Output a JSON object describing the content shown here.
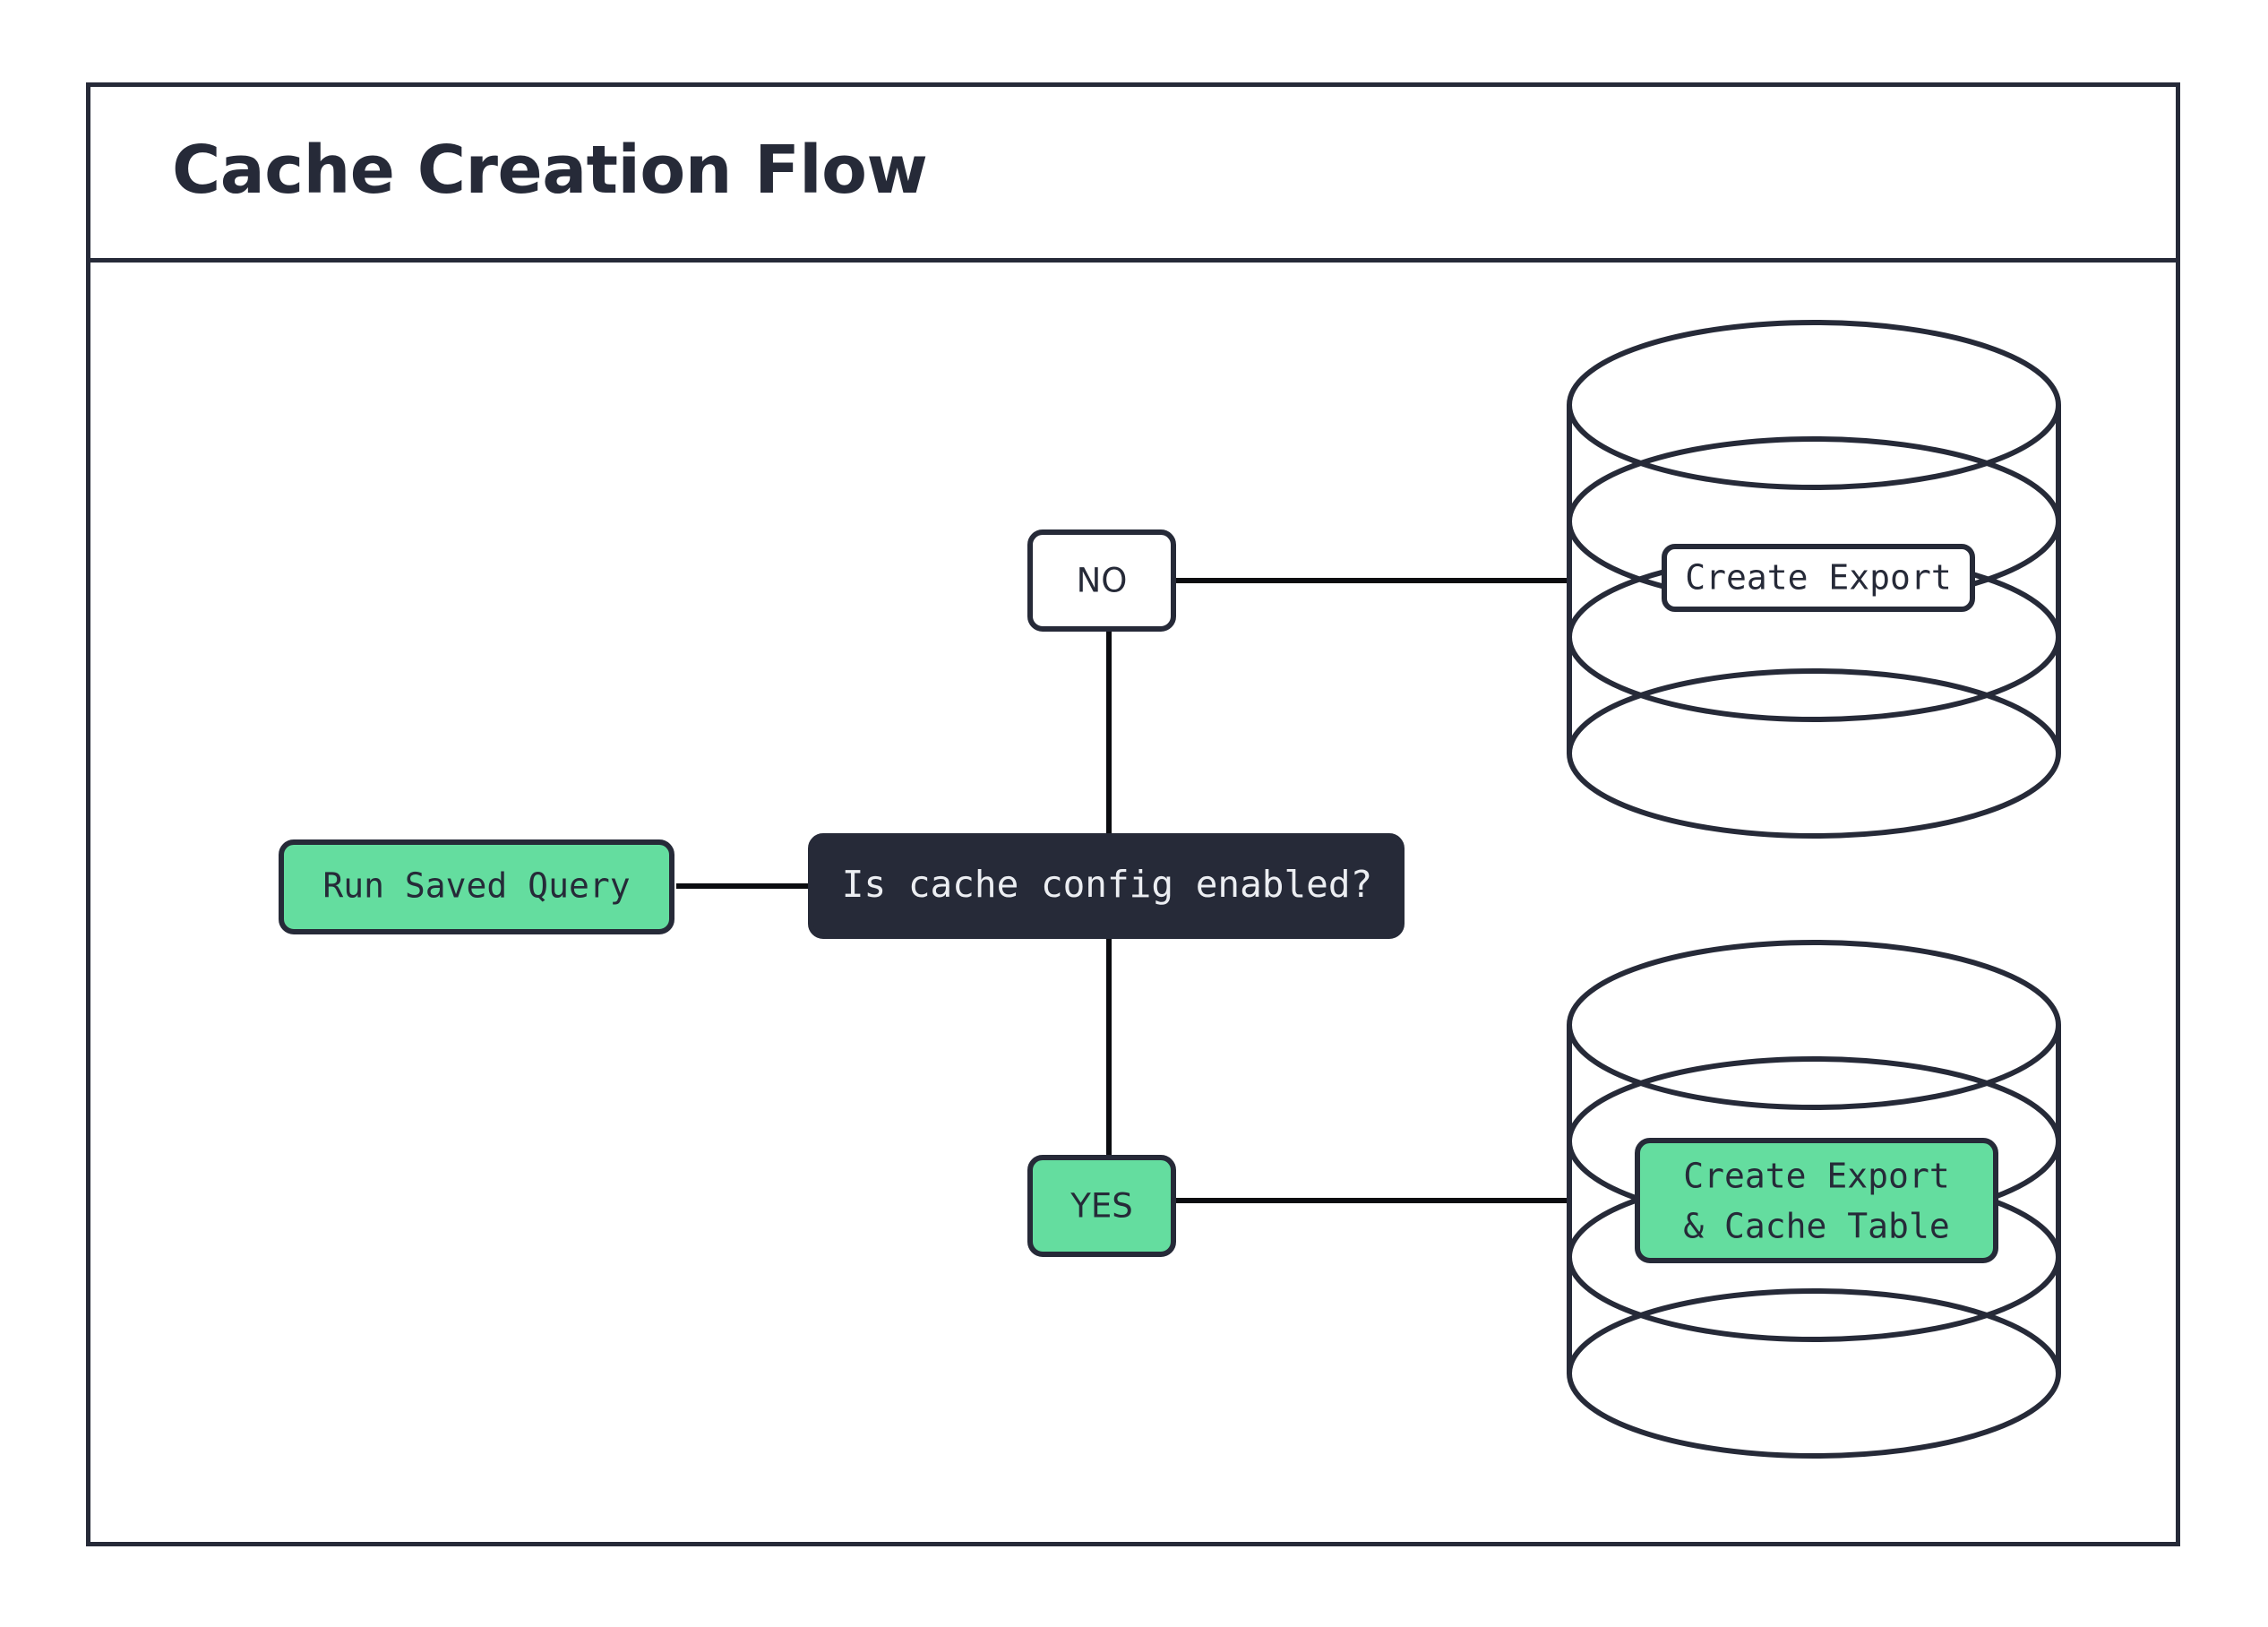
{
  "diagram": {
    "title": "Cache Creation Flow",
    "type": "flowchart",
    "colors": {
      "accent_green": "#64dd9f",
      "dark_navy": "#262a38",
      "edge": "#0b0c10",
      "background": "#ffffff"
    },
    "nodes": {
      "start": {
        "id": "run-saved-query",
        "label": "Run Saved Query",
        "shape": "rounded-rect",
        "fill": "#64dd9f"
      },
      "decision": {
        "id": "is-cache-config-enabled",
        "label": "Is cache config enabled?",
        "shape": "rounded-rect",
        "fill": "#262a38"
      },
      "branch_no": {
        "id": "branch-no",
        "label": "NO",
        "shape": "rounded-rect",
        "fill": "#ffffff"
      },
      "branch_yes": {
        "id": "branch-yes",
        "label": "YES",
        "shape": "rounded-rect",
        "fill": "#64dd9f"
      },
      "db_top": {
        "id": "database-create-export",
        "shape": "cylinder",
        "label": "Create Export",
        "label_fill": "#ffffff"
      },
      "db_bottom": {
        "id": "database-create-export-cache-table",
        "shape": "cylinder",
        "label_line1": "Create Export",
        "label_line2": "& Cache Table",
        "label_fill": "#64dd9f"
      }
    },
    "edges": [
      {
        "from": "run-saved-query",
        "to": "is-cache-config-enabled",
        "label": ""
      },
      {
        "from": "is-cache-config-enabled",
        "to": "branch-no",
        "label": ""
      },
      {
        "from": "is-cache-config-enabled",
        "to": "branch-yes",
        "label": ""
      },
      {
        "from": "branch-no",
        "to": "database-create-export",
        "label": ""
      },
      {
        "from": "branch-yes",
        "to": "database-create-export-cache-table",
        "label": ""
      }
    ]
  }
}
